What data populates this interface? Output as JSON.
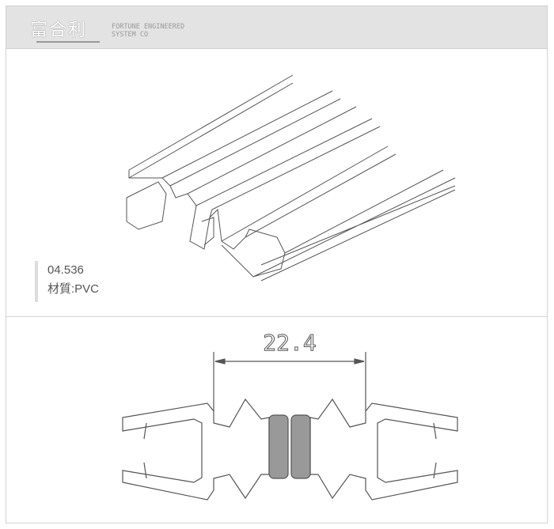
{
  "header": {
    "logo_chars": "富合利",
    "company_line1": "FORTUNE ENGINEERED",
    "company_line2": "SYSTEM CO"
  },
  "product": {
    "code": "04.536",
    "material": "材質:PVC"
  },
  "drawing": {
    "dimension": "22.4"
  }
}
